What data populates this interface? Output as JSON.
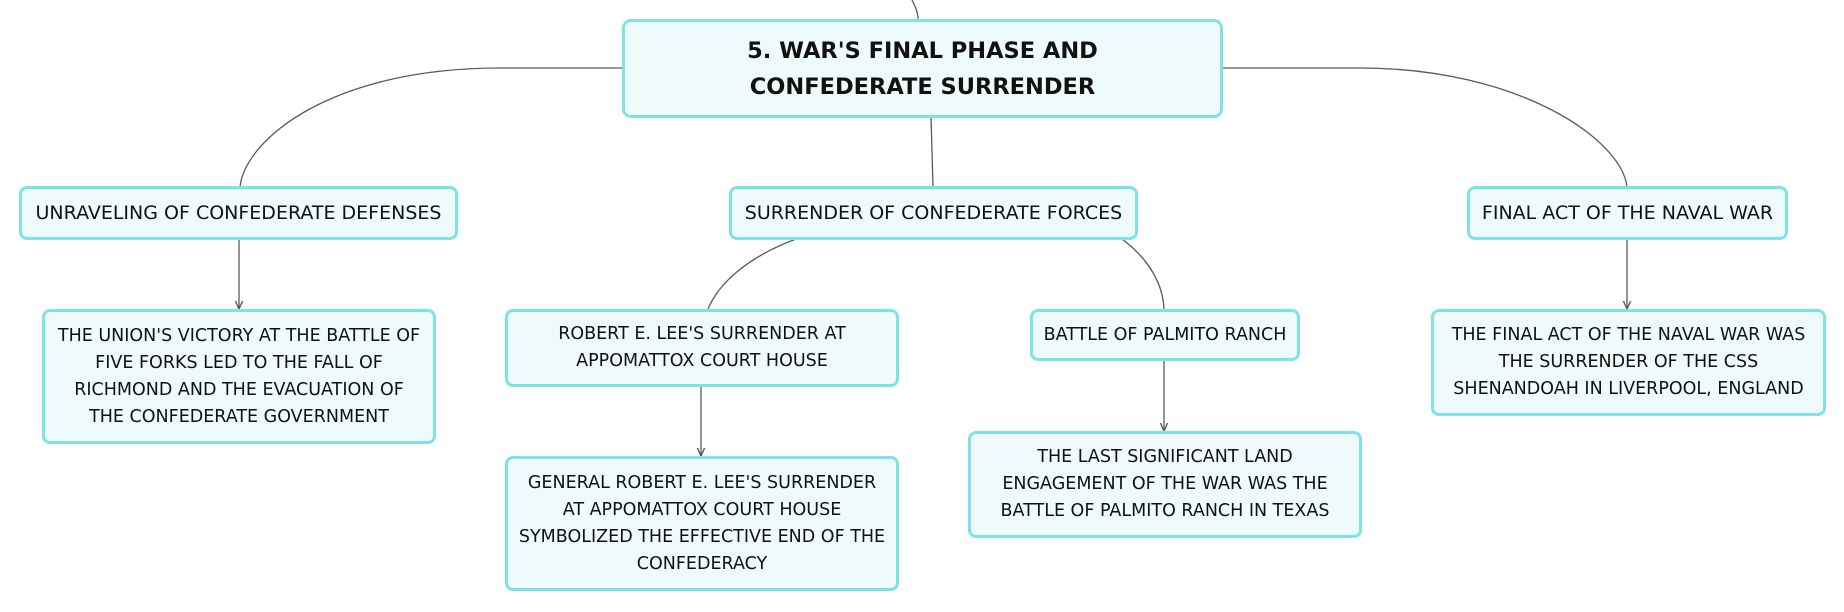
{
  "root": {
    "title": "5. WAR'S FINAL PHASE AND CONFEDERATE SURRENDER"
  },
  "branches": {
    "defenses": {
      "label": "UNRAVELING OF CONFEDERATE DEFENSES",
      "detail": "THE UNION'S VICTORY AT THE BATTLE OF FIVE FORKS LED TO THE FALL OF RICHMOND AND THE EVACUATION OF THE CONFEDERATE GOVERNMENT"
    },
    "surrender": {
      "label": "SURRENDER OF CONFEDERATE FORCES",
      "lee": {
        "label": "ROBERT E. LEE'S SURRENDER AT APPOMATTOX COURT HOUSE",
        "detail": "GENERAL ROBERT E. LEE'S SURRENDER AT APPOMATTOX COURT HOUSE SYMBOLIZED THE EFFECTIVE END OF THE CONFEDERACY"
      },
      "palmito": {
        "label": "BATTLE OF PALMITO RANCH",
        "detail": "THE LAST SIGNIFICANT LAND ENGAGEMENT OF THE WAR WAS THE BATTLE OF PALMITO RANCH IN TEXAS"
      }
    },
    "naval": {
      "label": "FINAL ACT OF THE NAVAL WAR",
      "detail": "THE FINAL ACT OF THE NAVAL WAR WAS THE SURRENDER OF THE CSS SHENANDOAH IN LIVERPOOL, ENGLAND"
    }
  },
  "colors": {
    "node_border": "#7ee3e6",
    "node_fill": "#effbfb",
    "connector": "#5a5a5a",
    "text": "#111111"
  }
}
